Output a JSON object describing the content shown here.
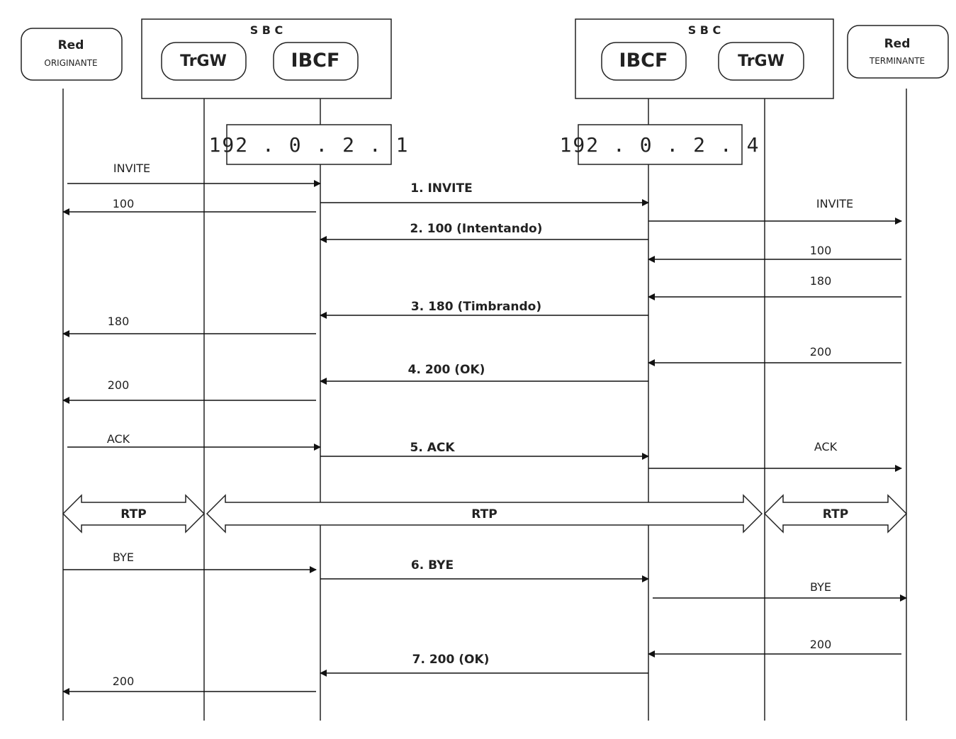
{
  "groups": [
    {
      "id": "sbc-left",
      "label": "S B C"
    },
    {
      "id": "sbc-right",
      "label": "S B C"
    }
  ],
  "participants": [
    {
      "id": "red-originante",
      "title": "Red",
      "subtitle": "ORIGINANTE"
    },
    {
      "id": "trgw-left",
      "title": "TrGW"
    },
    {
      "id": "ibcf-left",
      "title": "IBCF"
    },
    {
      "id": "ibcf-right",
      "title": "IBCF"
    },
    {
      "id": "trgw-right",
      "title": "TrGW"
    },
    {
      "id": "red-terminante",
      "title": "Red",
      "subtitle": "TERMINANTE"
    }
  ],
  "ip_addresses": {
    "left": "192 . 0 . 2 . 1",
    "right": "192 . 0 . 2 . 4"
  },
  "messages": [
    {
      "label": "INVITE",
      "from": 0,
      "to": 2,
      "bold": false
    },
    {
      "label": "1. INVITE",
      "from": 2,
      "to": 3,
      "bold": true
    },
    {
      "label": "100",
      "from": 2,
      "to": 0,
      "bold": false
    },
    {
      "label": "INVITE",
      "from": 3,
      "to": 5,
      "bold": false
    },
    {
      "label": "2. 100 (Intentando)",
      "from": 3,
      "to": 2,
      "bold": true
    },
    {
      "label": "100",
      "from": 5,
      "to": 3,
      "bold": false
    },
    {
      "label": "180",
      "from": 5,
      "to": 3,
      "bold": false
    },
    {
      "label": "3. 180 (Timbrando)",
      "from": 3,
      "to": 2,
      "bold": true
    },
    {
      "label": "180",
      "from": 2,
      "to": 0,
      "bold": false
    },
    {
      "label": "200",
      "from": 5,
      "to": 3,
      "bold": false
    },
    {
      "label": "4. 200 (OK)",
      "from": 3,
      "to": 2,
      "bold": true
    },
    {
      "label": "200",
      "from": 2,
      "to": 0,
      "bold": false
    },
    {
      "label": "ACK",
      "from": 0,
      "to": 2,
      "bold": false
    },
    {
      "label": "5. ACK",
      "from": 2,
      "to": 3,
      "bold": true
    },
    {
      "label": "ACK",
      "from": 3,
      "to": 5,
      "bold": false
    },
    {
      "label": "BYE",
      "from": 0,
      "to": 2,
      "bold": false
    },
    {
      "label": "6. BYE",
      "from": 2,
      "to": 3,
      "bold": true
    },
    {
      "label": "BYE",
      "from": 3,
      "to": 5,
      "bold": false
    },
    {
      "label": "200",
      "from": 5,
      "to": 3,
      "bold": false
    },
    {
      "label": "7. 200 (OK)",
      "from": 3,
      "to": 2,
      "bold": true
    },
    {
      "label": "200",
      "from": 2,
      "to": 0,
      "bold": false
    }
  ],
  "media": [
    {
      "label": "RTP",
      "from": 0,
      "to": 1
    },
    {
      "label": "RTP",
      "from": 1,
      "to": 4
    },
    {
      "label": "RTP",
      "from": 4,
      "to": 5
    }
  ]
}
